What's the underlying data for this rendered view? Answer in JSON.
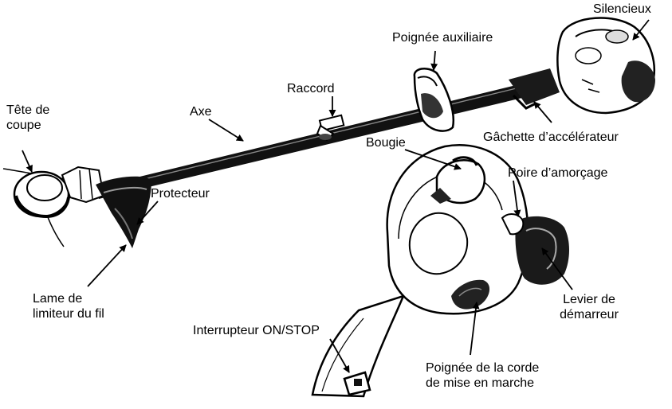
{
  "diagram": {
    "labels": {
      "silencieux": "Silencieux",
      "poignee_auxiliaire": "Poignée auxiliaire",
      "raccord": "Raccord",
      "axe": "Axe",
      "tete_de_coupe": "Tête de\ncoupe",
      "gachette": "Gâchette d’accélérateur",
      "bougie": "Bougie",
      "poire": "Poire d’amorçage",
      "protecteur": "Protecteur",
      "lame": "Lame de\nlimiteur du fil",
      "levier": "Levier de\ndémarreur",
      "interrupteur": "Interrupteur  ON/STOP",
      "poignee_corde": "Poignée de la corde\nde mise en marche"
    }
  }
}
